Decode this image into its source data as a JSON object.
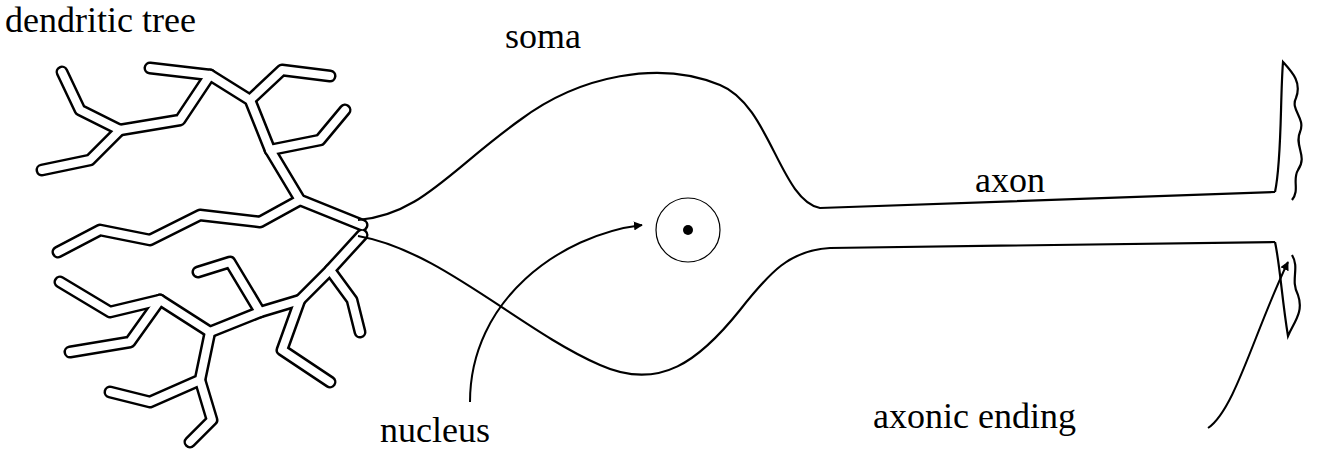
{
  "diagram": {
    "labels": [
      "dendritic tree",
      "soma",
      "axon",
      "nucleus",
      "axonic ending"
    ]
  }
}
